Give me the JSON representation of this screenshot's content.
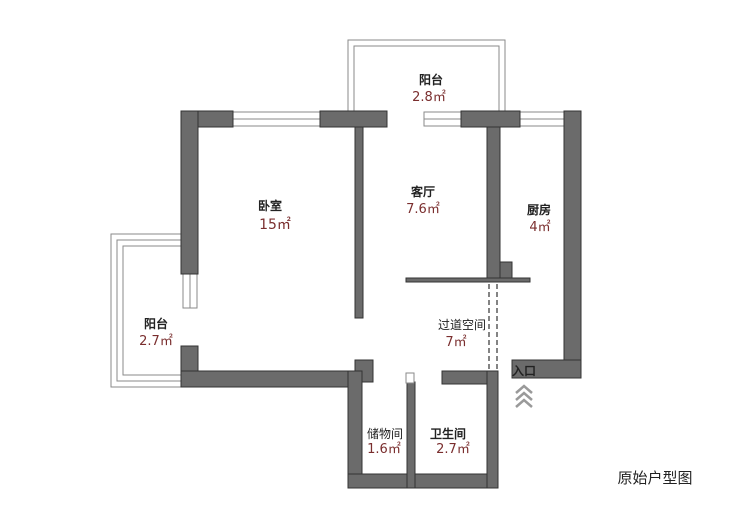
{
  "rooms": {
    "balcony_top": {
      "name": "阳台",
      "area": "2.8㎡"
    },
    "living": {
      "name": "客厅",
      "area": "7.6㎡"
    },
    "bedroom": {
      "name": "卧室",
      "area": "15㎡"
    },
    "kitchen": {
      "name": "厨房",
      "area": "4㎡"
    },
    "balcony_left": {
      "name": "阳台",
      "area": "2.7㎡"
    },
    "hallway": {
      "name": "过道空间",
      "area": "7㎡"
    },
    "storage": {
      "name": "储物间",
      "area": "1.6㎡"
    },
    "bathroom": {
      "name": "卫生间",
      "area": "2.7㎡"
    }
  },
  "entrance": {
    "label": "入口",
    "arrow_icon": "chevron-up-icon"
  },
  "caption": "原始户型图",
  "colors": {
    "wall": "#6b6b6b",
    "area_text": "#7a2e2e"
  }
}
